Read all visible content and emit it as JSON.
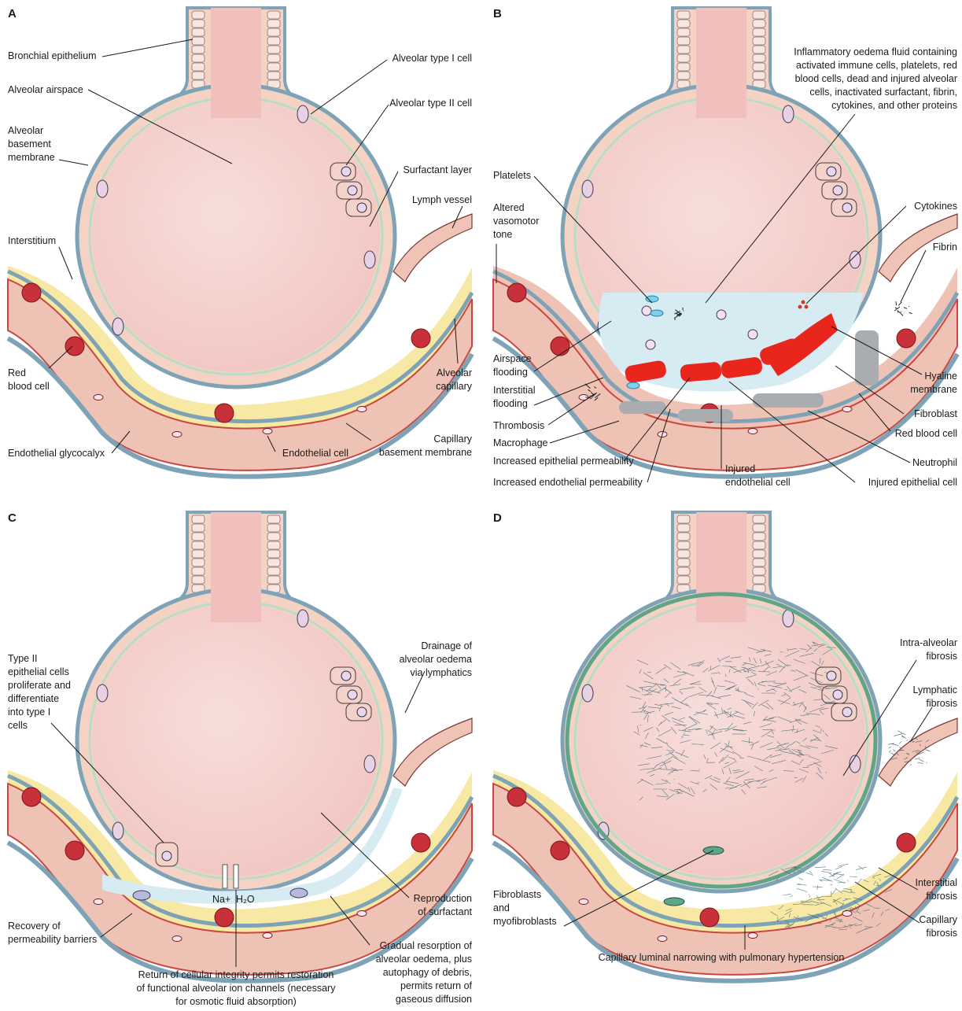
{
  "panels": [
    {
      "letter": "A",
      "variant": "normal",
      "labels": [
        {
          "key": "bronchial_epithelium",
          "lines": [
            "Bronchial epithelium"
          ]
        },
        {
          "key": "alveolar_type_i_cell",
          "lines": [
            "Alveolar type I cell"
          ]
        },
        {
          "key": "alveolar_airspace",
          "lines": [
            "Alveolar airspace"
          ]
        },
        {
          "key": "alveolar_type_ii_cell",
          "lines": [
            "Alveolar type II cell"
          ]
        },
        {
          "key": "alveolar_basement_membrane",
          "lines": [
            "Alveolar",
            "basement",
            "membrane"
          ]
        },
        {
          "key": "surfactant_layer",
          "lines": [
            "Surfactant layer"
          ]
        },
        {
          "key": "lymph_vessel",
          "lines": [
            "Lymph vessel"
          ]
        },
        {
          "key": "interstitium",
          "lines": [
            "Interstitium"
          ]
        },
        {
          "key": "red_blood_cell",
          "lines": [
            "Red",
            "blood cell"
          ]
        },
        {
          "key": "alveolar_capillary",
          "lines": [
            "Alveolar",
            "capillary"
          ]
        },
        {
          "key": "capillary_basement_membrane",
          "lines": [
            "Capillary",
            "basement membrane"
          ]
        },
        {
          "key": "endothelial_glycocalyx",
          "lines": [
            "Endothelial glycocalyx"
          ]
        },
        {
          "key": "endothelial_cell",
          "lines": [
            "Endothelial cell"
          ]
        }
      ]
    },
    {
      "letter": "B",
      "variant": "injured",
      "labels": [
        {
          "key": "inflammatory_fluid",
          "lines": [
            "Inflammatory oedema fluid containing",
            "activated immune cells, platelets, red",
            "blood cells, dead and injured alveolar",
            "cells, inactivated surfactant, fibrin,",
            "cytokines, and other proteins"
          ]
        },
        {
          "key": "platelets",
          "lines": [
            "Platelets"
          ]
        },
        {
          "key": "altered_vasomotor_tone",
          "lines": [
            "Altered",
            "vasomotor",
            "tone"
          ]
        },
        {
          "key": "cytokines",
          "lines": [
            "Cytokines"
          ]
        },
        {
          "key": "fibrin",
          "lines": [
            "Fibrin"
          ]
        },
        {
          "key": "airspace_flooding",
          "lines": [
            "Airspace",
            "flooding"
          ]
        },
        {
          "key": "interstitial_flooding",
          "lines": [
            "Interstitial",
            "flooding"
          ]
        },
        {
          "key": "thrombosis",
          "lines": [
            "Thrombosis"
          ]
        },
        {
          "key": "hyaline_membrane",
          "lines": [
            "Hyaline",
            "membrane"
          ]
        },
        {
          "key": "fibroblast",
          "lines": [
            "Fibroblast"
          ]
        },
        {
          "key": "red_blood_cell",
          "lines": [
            "Red blood cell"
          ]
        },
        {
          "key": "macrophage",
          "lines": [
            "Macrophage"
          ]
        },
        {
          "key": "neutrophil",
          "lines": [
            "Neutrophil"
          ]
        },
        {
          "key": "increased_epithelial_permeability",
          "lines": [
            "Increased epithelial permeability"
          ]
        },
        {
          "key": "injured_endothelial_cell",
          "lines": [
            "Injured",
            "endothelial cell"
          ]
        },
        {
          "key": "increased_endothelial_permeability",
          "lines": [
            "Increased endothelial permeability"
          ]
        },
        {
          "key": "injured_epithelial_cell",
          "lines": [
            "Injured epithelial cell"
          ]
        }
      ]
    },
    {
      "letter": "C",
      "variant": "resolution",
      "labels": [
        {
          "key": "drainage",
          "lines": [
            "Drainage of",
            "alveolar oedema",
            "via lymphatics"
          ]
        },
        {
          "key": "type_ii_proliferate",
          "lines": [
            "Type II",
            "epithelial cells",
            "proliferate and",
            "differentiate",
            "into type I",
            "cells"
          ]
        },
        {
          "key": "reproduction_surfactant",
          "lines": [
            "Reproduction",
            "of surfactant"
          ]
        },
        {
          "key": "recovery_permeability",
          "lines": [
            "Recovery of",
            "permeability barriers"
          ]
        },
        {
          "key": "gradual_resorption",
          "lines": [
            "Gradual resorption of",
            "alveolar oedema, plus",
            "autophagy of debris,",
            "permits return of",
            "gaseous diffusion"
          ]
        },
        {
          "key": "return_integrity",
          "lines": [
            "Return of cellular integrity permits restoration",
            "of functional alveolar ion channels (necessary",
            "for osmotic fluid absorption)"
          ]
        }
      ],
      "channel_labels": {
        "sodium": "Na+",
        "water": "H₂O"
      }
    },
    {
      "letter": "D",
      "variant": "fibrosis",
      "labels": [
        {
          "key": "intra_alveolar_fibrosis",
          "lines": [
            "Intra-alveolar",
            "fibrosis"
          ]
        },
        {
          "key": "lymphatic_fibrosis",
          "lines": [
            "Lymphatic",
            "fibrosis"
          ]
        },
        {
          "key": "interstitial_fibrosis",
          "lines": [
            "Interstitial",
            "fibrosis"
          ]
        },
        {
          "key": "fibroblasts_myofibroblasts",
          "lines": [
            "Fibroblasts",
            "and",
            "myofibroblasts"
          ]
        },
        {
          "key": "capillary_fibrosis",
          "lines": [
            "Capillary",
            "fibrosis"
          ]
        },
        {
          "key": "capillary_narrowing",
          "lines": [
            "Capillary luminal narrowing with pulmonary hypertension"
          ]
        }
      ]
    }
  ],
  "colors": {
    "airspace": "#f2c7c3",
    "airspace_center": "#f7dedb",
    "epithelium": "#f4d3c5",
    "membrane": "#7ea3b6",
    "surfactant": "#b8dcc5",
    "interstitium": "#f7e9a3",
    "capillary": "#eec3b6",
    "capillary_wall": "#c9473f",
    "rbc": "#c8303a",
    "oedema": "#d7ebf3",
    "hyaline": "#e8261c",
    "injured_cell": "#a9adb0",
    "fibrosis": "#3f6570",
    "fibrosis_wall": "#5fa587"
  }
}
